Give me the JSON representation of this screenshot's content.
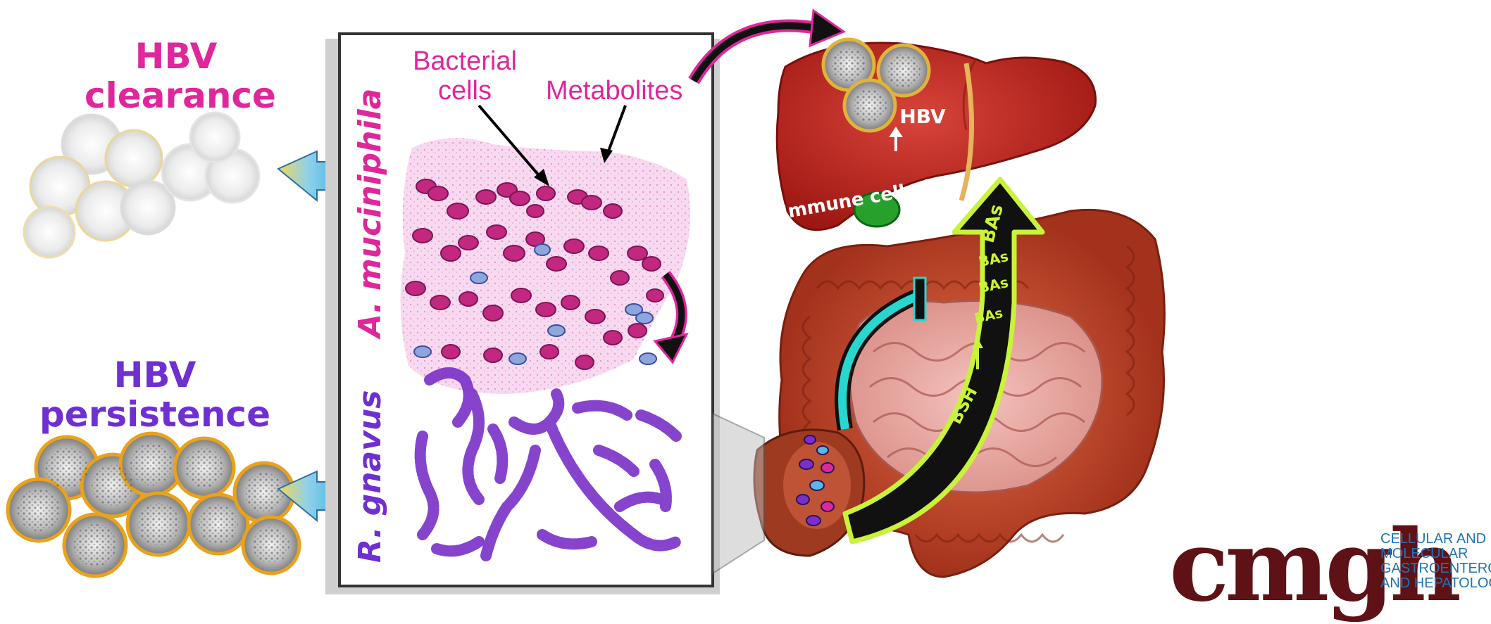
{
  "outcomes": {
    "clearance_line1": "HBV",
    "clearance_line2": "clearance",
    "persistence_line1": "HBV",
    "persistence_line2": "persistence"
  },
  "microscopy_panel": {
    "species_top": "A. muciniphila",
    "species_bottom": "R. gnavus",
    "label_bacterial_line1": "Bacterial",
    "label_bacterial_line2": "cells",
    "label_metabolites": "Metabolites"
  },
  "liver": {
    "hbv_label": "HBV",
    "immune_label": "Immune cells (?)"
  },
  "bile_acids": {
    "ba_labels": [
      "BAs",
      "BAs",
      "BAs",
      "BAs"
    ],
    "bsh_label": "BSH"
  },
  "logo": {
    "main": "cmgh",
    "sub_lines": [
      "Cellular and",
      "Molecular",
      "Gastroenterology",
      "and Hepatology"
    ]
  },
  "colors": {
    "magenta": "#e0269b",
    "purple": "#6f2fd1",
    "liver_red": "#c42a22",
    "arrow_green": "#c9f23a",
    "cyan": "#28d6d0",
    "logo_red": "#5e1216",
    "logo_blue": "#1f73b7"
  }
}
